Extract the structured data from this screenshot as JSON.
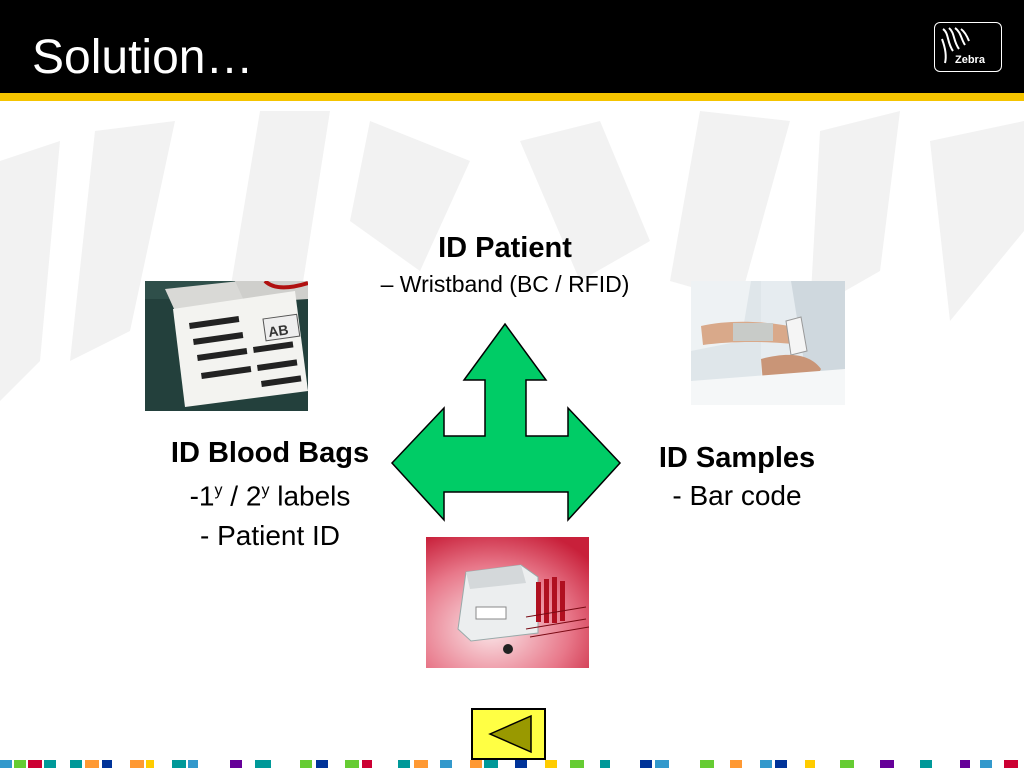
{
  "slide": {
    "title": "Solution…",
    "logo_text": "Zebra",
    "logo_icon": "zebra-logo-icon"
  },
  "nodes": {
    "patient": {
      "heading": "ID Patient",
      "sub": "– Wristband (BC / RFID)"
    },
    "blood_bags": {
      "heading": "ID Blood Bags",
      "line1_prefix": "-1",
      "line1_sup1": "y",
      "line1_mid": " / 2",
      "line1_sup2": "y",
      "line1_suffix": " labels",
      "line2": "- Patient ID"
    },
    "samples": {
      "heading": "ID Samples",
      "sub": "- Bar code"
    }
  },
  "photos": {
    "blood_bags": "blood-bag-labels-photo",
    "wristband": "patient-wristband-photo",
    "printer": "label-printer-with-tubes-photo"
  },
  "arrow": {
    "icon": "three-way-arrow-icon",
    "color": "#00cc66"
  },
  "navigation": {
    "back_icon": "back-triangle-icon",
    "button_color": "#ffff44",
    "triangle_color": "#999900"
  },
  "colors": {
    "header": "#000000",
    "rule": "#f5c400",
    "footer_strip": [
      "#3399cc",
      "#66cc33",
      "#cc0033",
      "#ff9933",
      "#003399",
      "#660099",
      "#ffcc00",
      "#009999"
    ]
  }
}
